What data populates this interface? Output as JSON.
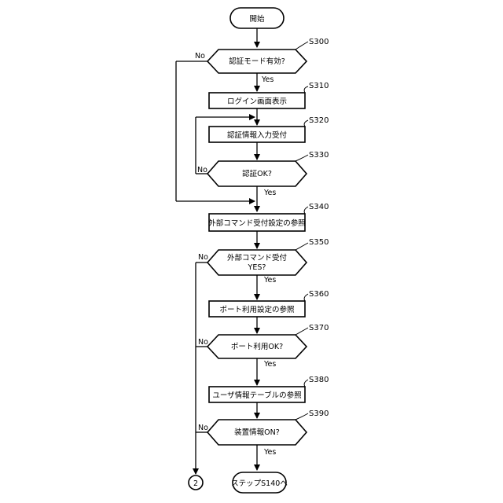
{
  "start": {
    "label": "開始"
  },
  "steps": {
    "s300": {
      "id": "S300",
      "label": "認証モード有効?"
    },
    "s310": {
      "id": "S310",
      "label": "ログイン画面表示"
    },
    "s320": {
      "id": "S320",
      "label": "認証情報入力受付"
    },
    "s330": {
      "id": "S330",
      "label": "認証OK?"
    },
    "s340": {
      "id": "S340",
      "label": "外部コマンド受付設定の参照"
    },
    "s350": {
      "id": "S350",
      "label_line1": "外部コマンド受付",
      "label_line2": "YES?"
    },
    "s360": {
      "id": "S360",
      "label": "ポート利用設定の参照"
    },
    "s370": {
      "id": "S370",
      "label": "ポート利用OK?"
    },
    "s380": {
      "id": "S380",
      "label": "ユーザ情報テーブルの参照"
    },
    "s390": {
      "id": "S390",
      "label": "装置情報ON?"
    }
  },
  "branches": {
    "yes": "Yes",
    "no": "No"
  },
  "connector": {
    "label": "2"
  },
  "end": {
    "label": "ステップS140へ"
  }
}
